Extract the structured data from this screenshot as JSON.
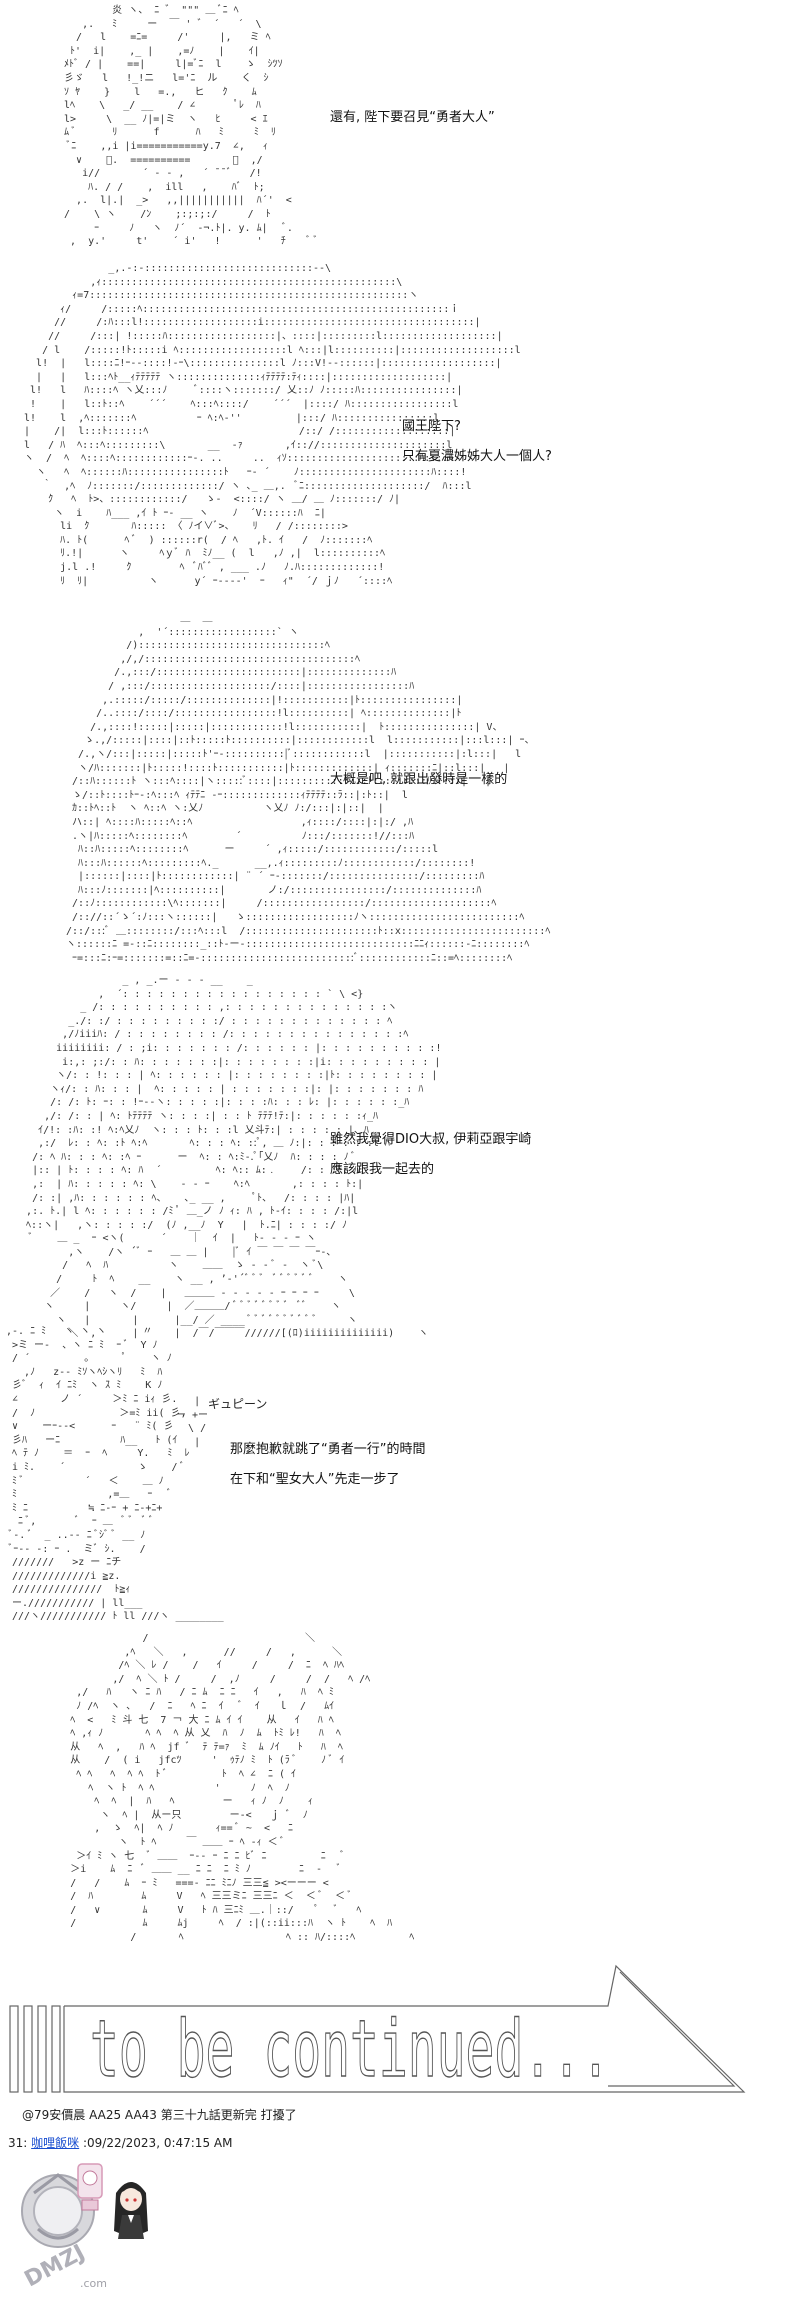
{
  "panels": [
    {
      "id": "p1",
      "lines": [
        "還有, 陛下要召見“勇者大人”"
      ]
    },
    {
      "id": "p2",
      "lines": [
        "國王陛下?",
        "只有夏濃姊姊大人一個人?"
      ]
    },
    {
      "id": "p3",
      "lines": [
        "大概是吧, 就跟出發時是一樣的"
      ]
    },
    {
      "id": "p4",
      "lines": [
        "雖然我覺得DIO大叔, 伊莉亞跟宇崎",
        "應該跟我一起去的"
      ]
    },
    {
      "id": "p5",
      "sfx": "ギュピーン",
      "lines": [
        "那麼抱歉就跳了“勇者一行”的時間",
        "在下和“聖女大人”先走一步了"
      ]
    },
    {
      "id": "p6",
      "lines": []
    }
  ],
  "ending": {
    "text": "to be continued..."
  },
  "post": {
    "title": "@79安價晨 AA25 AA43 第三十九話更新完 打擾了",
    "number": "31:",
    "username": "咖哩飯咪",
    "timestamp": ":09/22/2023, 0:47:15 AM"
  },
  "logo": {
    "text": "DMZJ",
    "sub": ".com"
  }
}
